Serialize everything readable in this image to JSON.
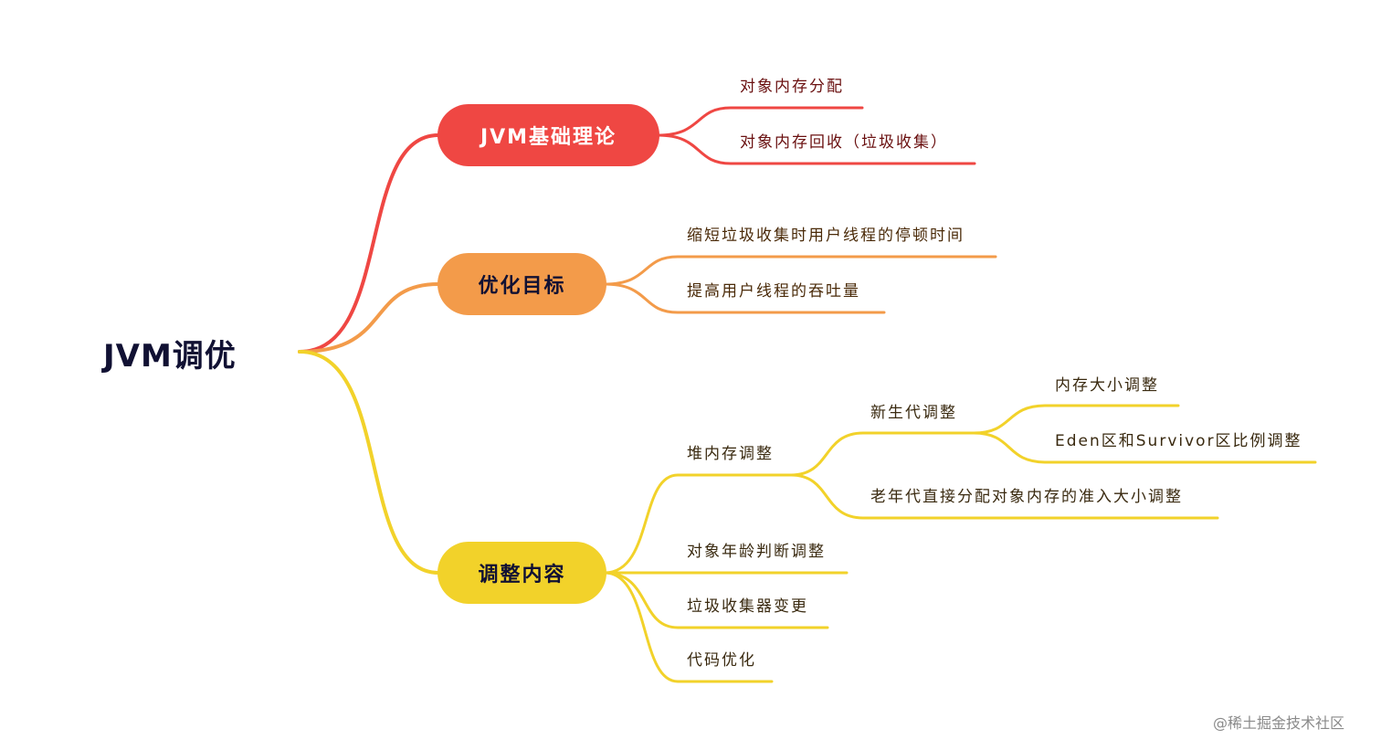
{
  "root": "JVM调优",
  "colors": {
    "red": "#ef4743",
    "orange": "#f39b4a",
    "yellow": "#f2d22a",
    "text": "#111133"
  },
  "branches": [
    {
      "label": "JVM基础理论",
      "children": [
        "对象内存分配",
        "对象内存回收（垃圾收集）"
      ]
    },
    {
      "label": "优化目标",
      "children": [
        "缩短垃圾收集时用户线程的停顿时间",
        "提高用户线程的吞吐量"
      ]
    },
    {
      "label": "调整内容",
      "children": [
        {
          "label": "堆内存调整",
          "children": [
            {
              "label": "新生代调整",
              "children": [
                "内存大小调整",
                "Eden区和Survivor区比例调整"
              ]
            },
            {
              "label": "老年代直接分配对象内存的准入大小调整"
            }
          ]
        },
        {
          "label": "对象年龄判断调整"
        },
        {
          "label": "垃圾收集器变更"
        },
        {
          "label": "代码优化"
        }
      ]
    }
  ],
  "watermark": "@稀土掘金技术社区"
}
